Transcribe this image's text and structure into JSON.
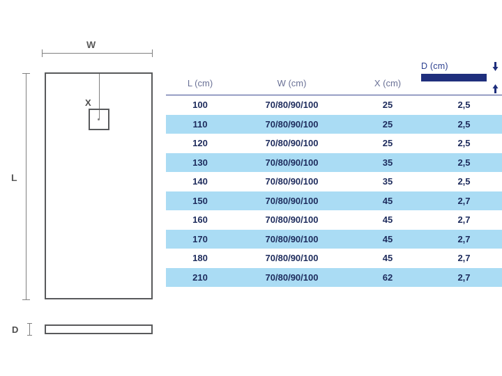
{
  "diagram": {
    "width_label": "W",
    "length_label": "L",
    "drain_label": "X",
    "depth_label": "D",
    "icons": {
      "w_dimension": "horizontal-dimension-line",
      "l_dimension": "vertical-dimension-line",
      "d_dimension": "depth-dimension-tick",
      "tray_top_view": "shower-tray-top-view",
      "tray_side_view": "shower-tray-side-view",
      "drain": "drain-square"
    }
  },
  "depth_indicator": {
    "label": "D (cm)",
    "bar_color": "#1f2f7d",
    "arrow_down": "arrow-down-icon",
    "arrow_up": "arrow-up-icon"
  },
  "table": {
    "headers": [
      "L (cm)",
      "W (cm)",
      "X (cm)",
      "D (cm)"
    ],
    "header_rule_color": "#3b4a91",
    "alt_row_color": "#aadcf4",
    "rows": [
      {
        "l": "100",
        "w": "70/80/90/100",
        "x": "25",
        "d": "2,5"
      },
      {
        "l": "110",
        "w": "70/80/90/100",
        "x": "25",
        "d": "2,5"
      },
      {
        "l": "120",
        "w": "70/80/90/100",
        "x": "25",
        "d": "2,5"
      },
      {
        "l": "130",
        "w": "70/80/90/100",
        "x": "35",
        "d": "2,5"
      },
      {
        "l": "140",
        "w": "70/80/90/100",
        "x": "35",
        "d": "2,5"
      },
      {
        "l": "150",
        "w": "70/80/90/100",
        "x": "45",
        "d": "2,7"
      },
      {
        "l": "160",
        "w": "70/80/90/100",
        "x": "45",
        "d": "2,7"
      },
      {
        "l": "170",
        "w": "70/80/90/100",
        "x": "45",
        "d": "2,7"
      },
      {
        "l": "180",
        "w": "70/80/90/100",
        "x": "45",
        "d": "2,7"
      },
      {
        "l": "210",
        "w": "70/80/90/100",
        "x": "62",
        "d": "2,7"
      }
    ]
  }
}
